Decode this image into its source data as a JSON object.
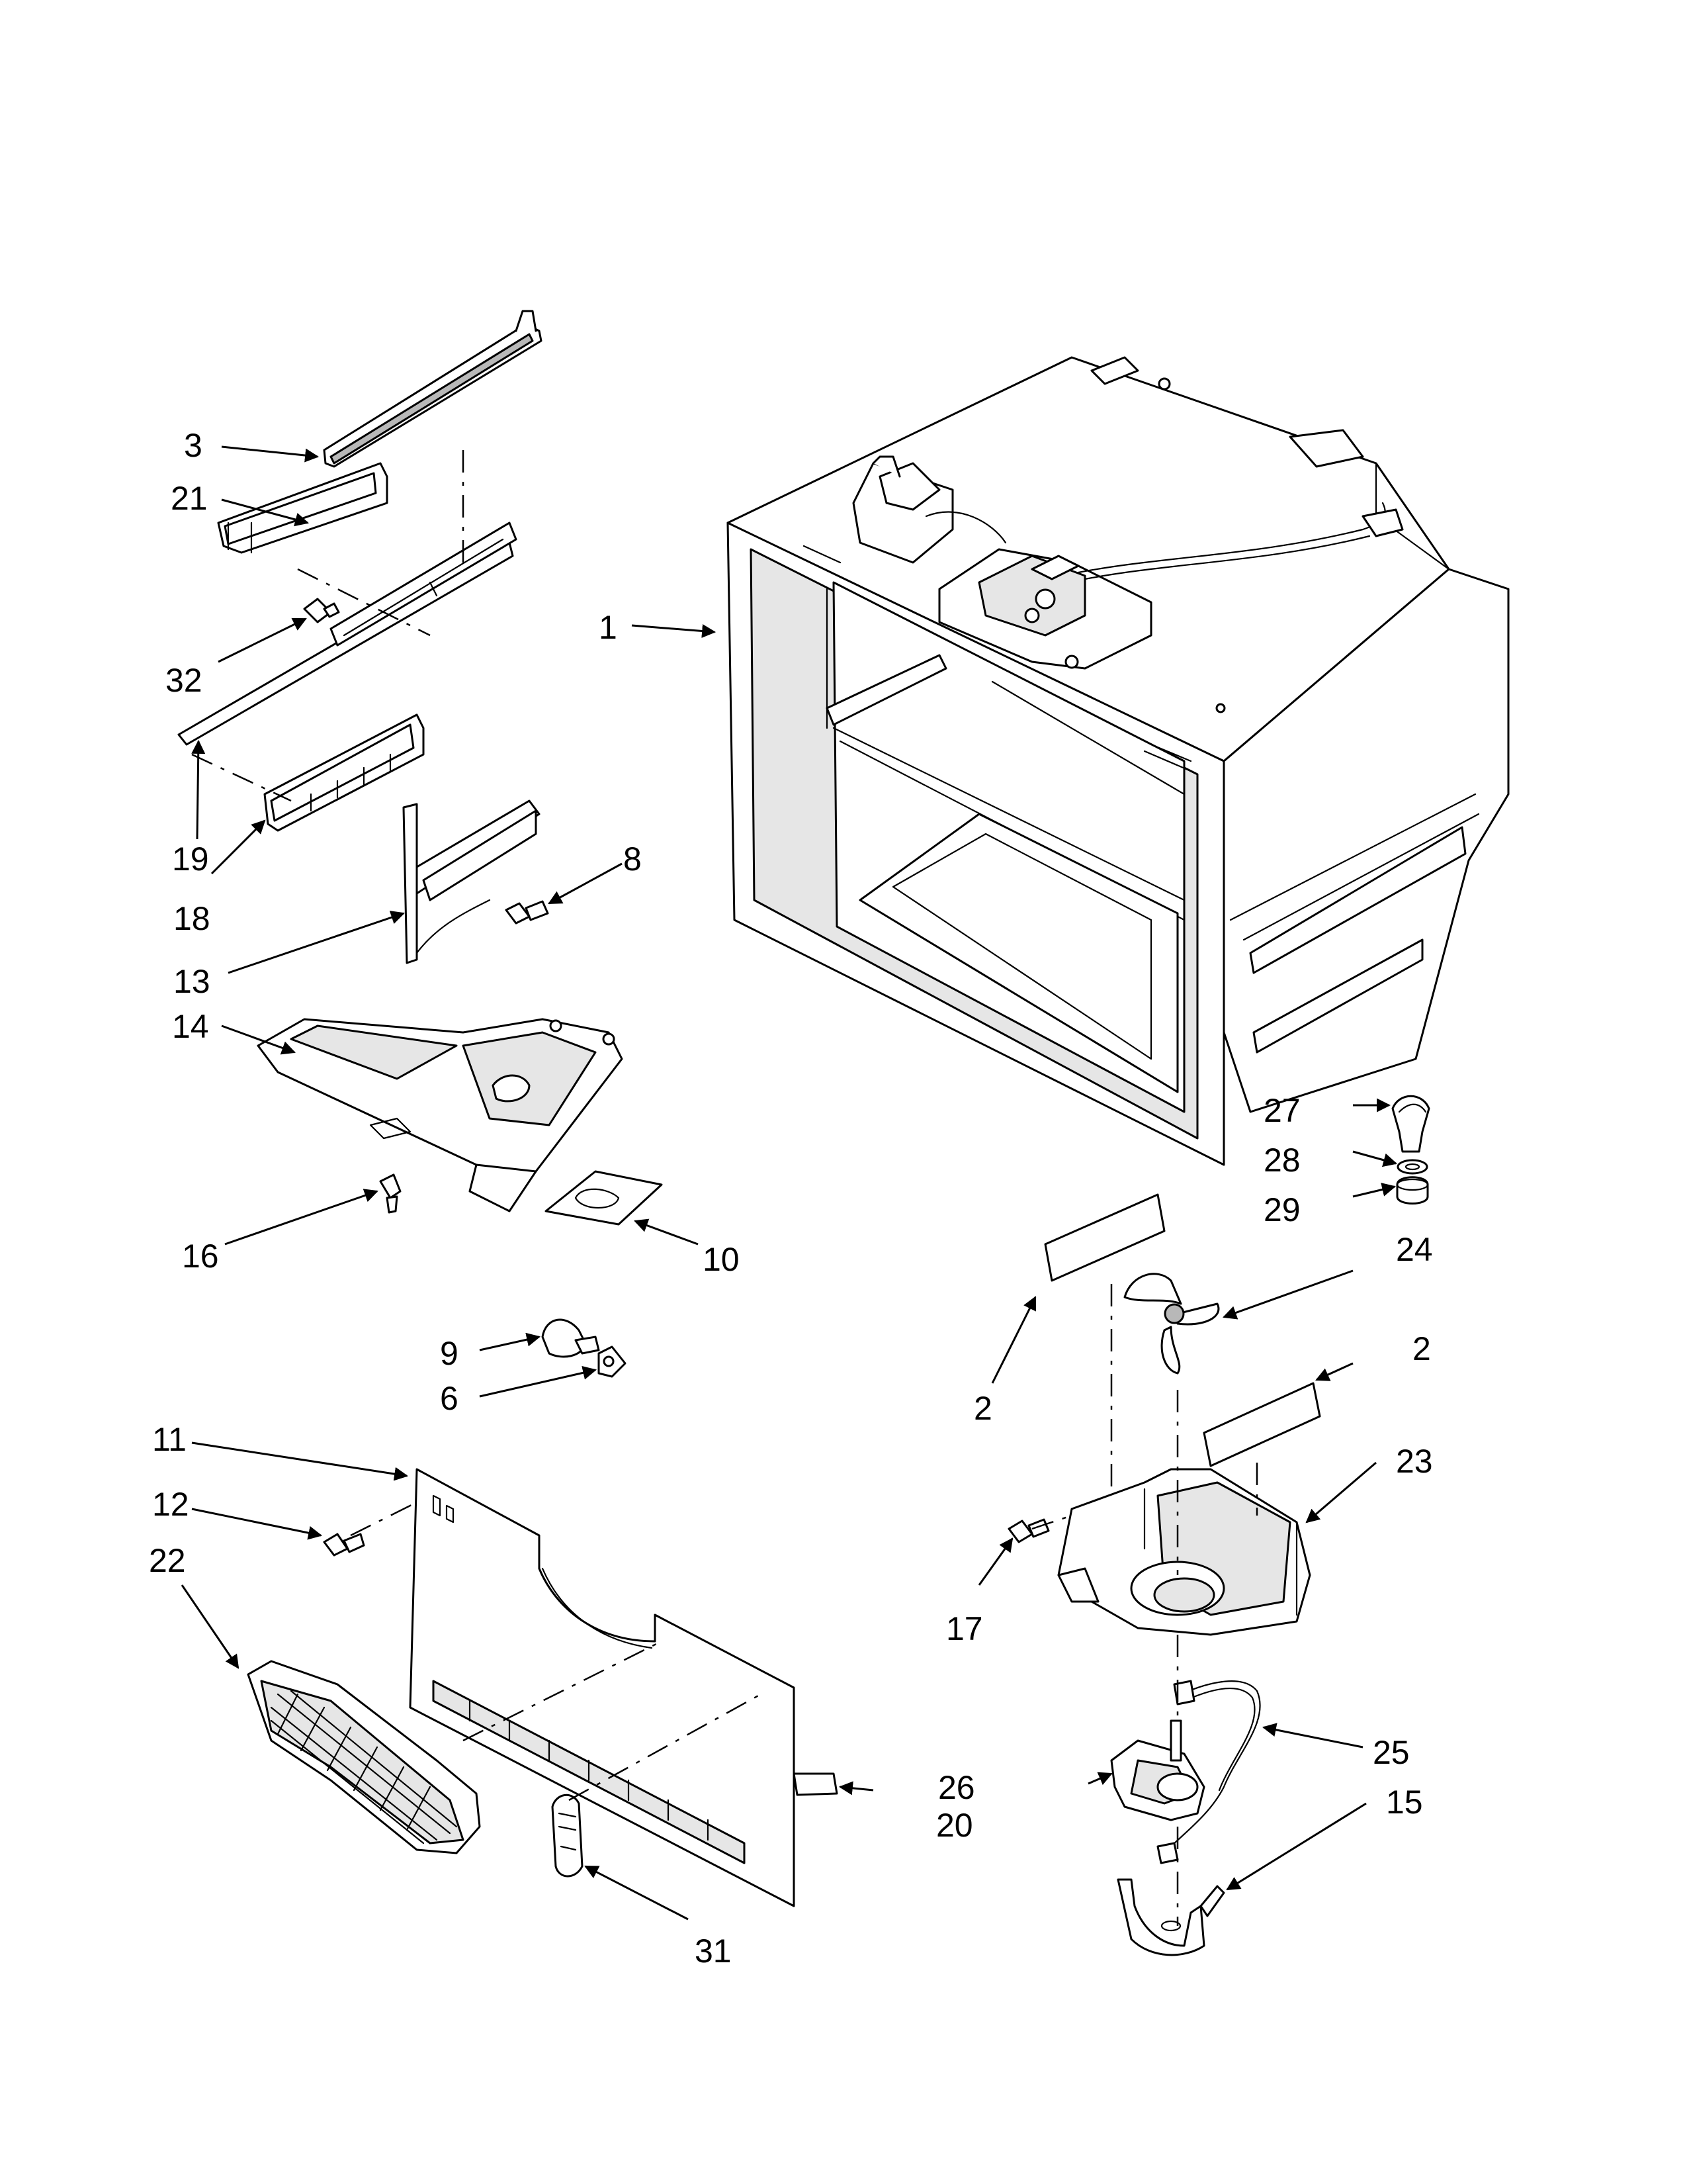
{
  "callouts": {
    "c1": "1",
    "c2a": "2",
    "c2b": "2",
    "c3": "3",
    "c6": "6",
    "c8": "8",
    "c9": "9",
    "c10": "10",
    "c11": "11",
    "c12": "12",
    "c13": "13",
    "c14": "14",
    "c15": "15",
    "c16": "16",
    "c17": "17",
    "c18": "18",
    "c19": "19",
    "c20": "20",
    "c21": "21",
    "c22": "22",
    "c23": "23",
    "c24": "24",
    "c25": "25",
    "c26": "26",
    "c27": "27",
    "c28": "28",
    "c29": "29",
    "c31": "31",
    "c32": "32"
  }
}
